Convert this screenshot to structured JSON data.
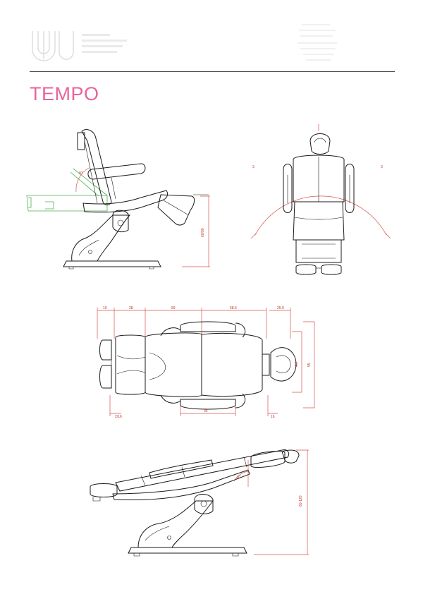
{
  "page": {
    "title": "TEMPO"
  },
  "side_view": {
    "dimensions": {
      "backrest_angle": "97",
      "height": "60/90"
    }
  },
  "top_view": {
    "dimensions": {
      "arc_left": "3",
      "arc_right": "3"
    }
  },
  "plan_view": {
    "dimensions": {
      "foot_width": "19",
      "leg_length": "28",
      "seat_length": "59",
      "back_length": "58.5",
      "head_length": "25.0",
      "inner_width": "4/2",
      "outer_width": "55",
      "foot_gap": "2/16",
      "armrest_span": "36",
      "head_gap": "16"
    }
  },
  "flat_view": {
    "dimensions": {
      "head_angle": "97",
      "height": "60-120"
    }
  },
  "colors": {
    "title": "#e8649a",
    "dimension": "#d9534f",
    "overlay": "#4caf50",
    "line": "#1a1a1a"
  }
}
